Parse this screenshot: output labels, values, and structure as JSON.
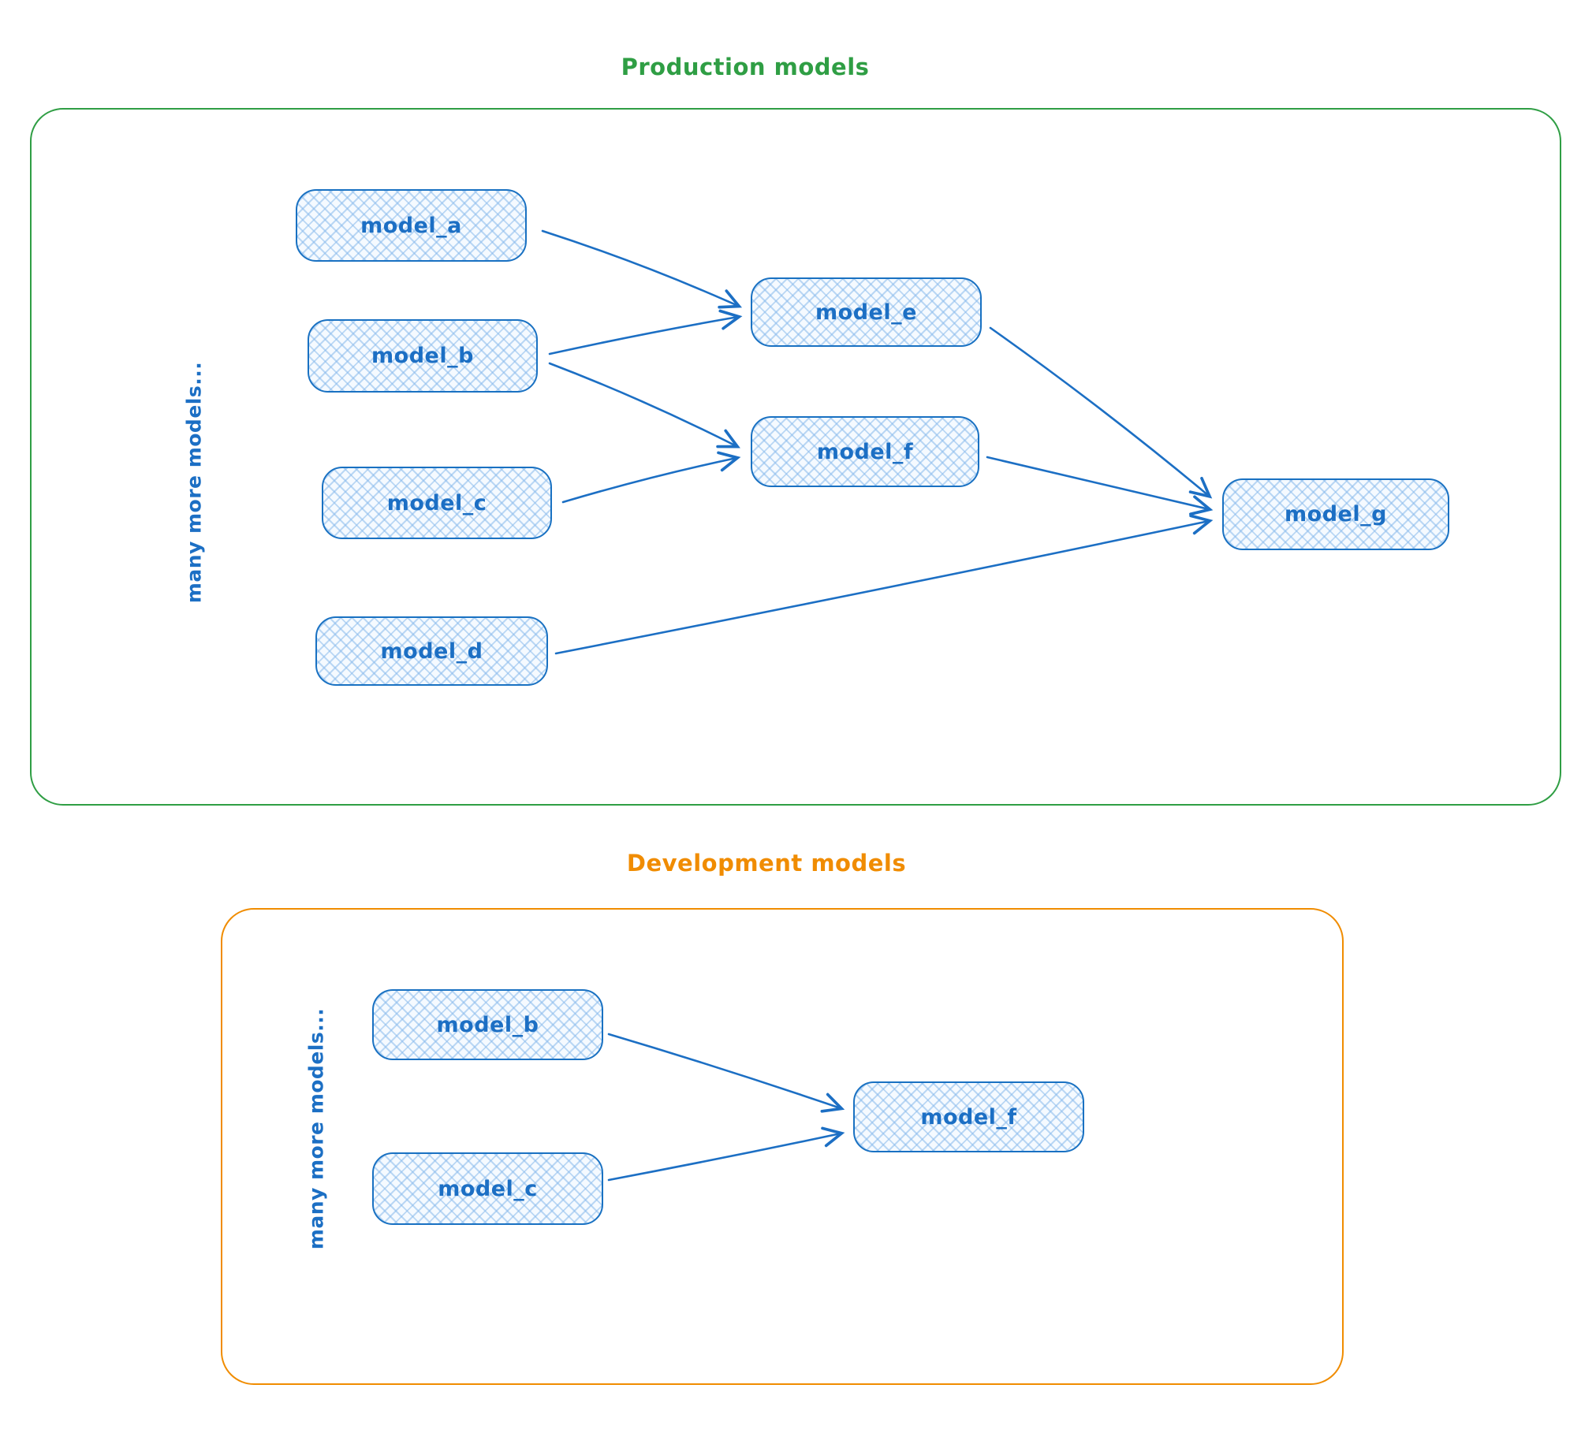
{
  "diagram": {
    "node_text_color": "#1971c2",
    "node_fill_color": "#d6e9fb",
    "sections": [
      {
        "id": "production",
        "title": "Production models",
        "accent_color": "#2f9e44",
        "side_label": "many more models...",
        "nodes": [
          {
            "id": "model_a",
            "label": "model_a"
          },
          {
            "id": "model_b",
            "label": "model_b"
          },
          {
            "id": "model_c",
            "label": "model_c"
          },
          {
            "id": "model_d",
            "label": "model_d"
          },
          {
            "id": "model_e",
            "label": "model_e"
          },
          {
            "id": "model_f",
            "label": "model_f"
          },
          {
            "id": "model_g",
            "label": "model_g"
          }
        ],
        "edges": [
          {
            "from": "model_a",
            "to": "model_e"
          },
          {
            "from": "model_b",
            "to": "model_e"
          },
          {
            "from": "model_b",
            "to": "model_f"
          },
          {
            "from": "model_c",
            "to": "model_f"
          },
          {
            "from": "model_d",
            "to": "model_g"
          },
          {
            "from": "model_e",
            "to": "model_g"
          },
          {
            "from": "model_f",
            "to": "model_g"
          }
        ]
      },
      {
        "id": "development",
        "title": "Development models",
        "accent_color": "#f08c00",
        "side_label": "many more models...",
        "nodes": [
          {
            "id": "model_b",
            "label": "model_b"
          },
          {
            "id": "model_c",
            "label": "model_c"
          },
          {
            "id": "model_f",
            "label": "model_f"
          }
        ],
        "edges": [
          {
            "from": "model_b",
            "to": "model_f"
          },
          {
            "from": "model_c",
            "to": "model_f"
          }
        ]
      }
    ]
  }
}
